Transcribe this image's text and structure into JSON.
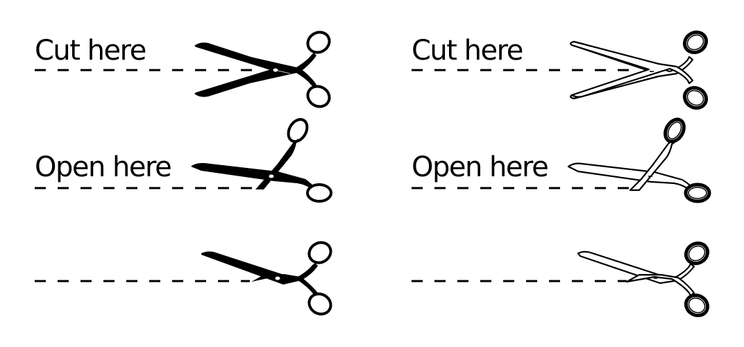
{
  "colors": {
    "ink": "#000000",
    "background": "#ffffff"
  },
  "panels": [
    {
      "style": "solid-black",
      "rows": [
        {
          "label": "Cut here",
          "icon": "scissors-closed-icon"
        },
        {
          "label": "Open here",
          "icon": "scissors-open-icon"
        },
        {
          "label": "",
          "icon": "scissors-cutting-icon"
        }
      ]
    },
    {
      "style": "outline",
      "rows": [
        {
          "label": "Cut here",
          "icon": "scissors-closed-icon"
        },
        {
          "label": "Open here",
          "icon": "scissors-open-icon"
        },
        {
          "label": "",
          "icon": "scissors-cutting-icon"
        }
      ]
    }
  ]
}
